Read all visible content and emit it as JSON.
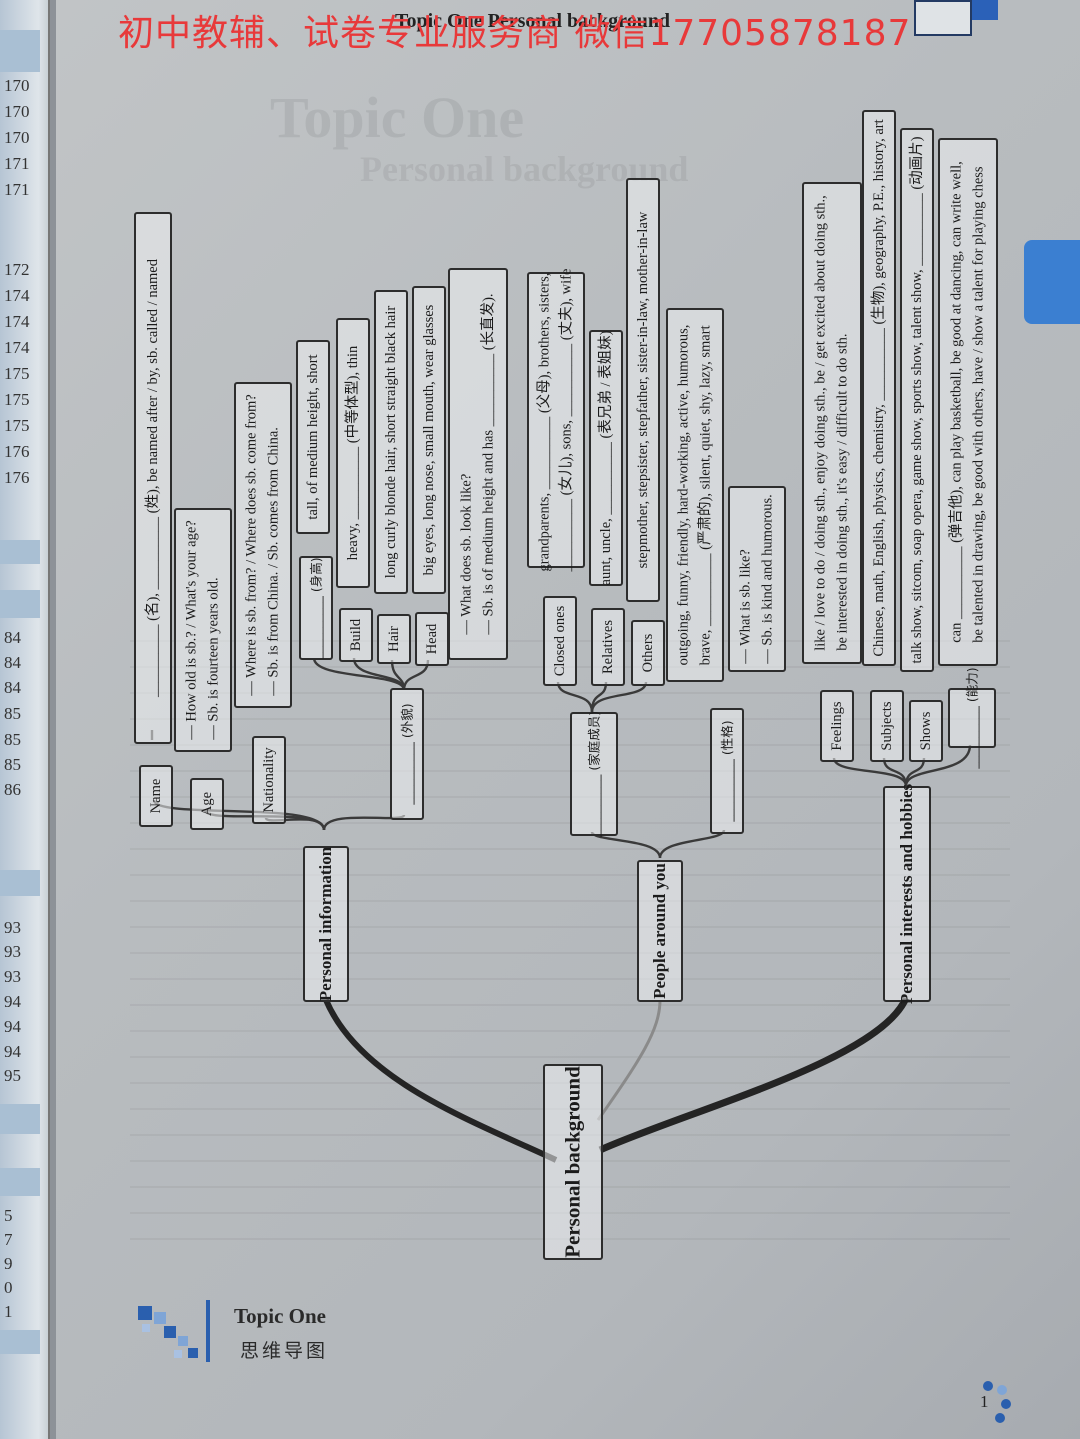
{
  "watermark": "初中教辅、试卷专业服务商 微信17705878187",
  "header": {
    "running_title": "Topic One  Personal background"
  },
  "left_margin_numbers": [
    "170",
    "170",
    "170",
    "171",
    "171",
    "172",
    "174",
    "174",
    "174",
    "175",
    "175",
    "175",
    "176",
    "176",
    "84",
    "84",
    "84",
    "85",
    "85",
    "85",
    "86",
    "93",
    "93",
    "93",
    "94",
    "94",
    "94",
    "95",
    "5",
    "7",
    "9",
    "0",
    "1"
  ],
  "mindmap": {
    "center": "Personal background",
    "branches": [
      {
        "title": "Personal information",
        "nodes": [
          {
            "label": "Name",
            "lines": [
              "__________ (名), __________ (姓), be named after / by, sb. called / named"
            ]
          },
          {
            "label": "Age",
            "lines": [
              "— How old is sb.? / What's your age?",
              "— Sb. is fourteen years old."
            ]
          },
          {
            "label": "Nationality",
            "lines": [
              "— Where is sb. from? / Where does sb. come from?",
              "— Sb. is from China. / Sb. comes from China."
            ]
          },
          {
            "label": "__________ (外貌)",
            "children": [
              {
                "label": "__________ (身高)",
                "lines": [
                  "tall, of medium height, short"
                ]
              },
              {
                "label": "Build",
                "lines": [
                  "heavy, __________ (中等体型), thin"
                ]
              },
              {
                "label": "Hair",
                "lines": [
                  "long curly blonde hair, short straight black hair"
                ]
              },
              {
                "label": "Head",
                "lines": [
                  "big eyes, long nose, small mouth, wear glasses"
                ]
              }
            ],
            "qa": [
              "— What does sb. look like?",
              "— Sb. is of medium height and has __________ (长直发)."
            ]
          }
        ]
      },
      {
        "title": "People around you",
        "nodes": [
          {
            "label": "__________ (家庭成员)",
            "children": [
              {
                "label": "Closed ones",
                "lines": [
                  "grandparents, __________ (父母), brothers, sisters,",
                  "__________ (女儿), sons, __________ (丈夫), wife"
                ]
              },
              {
                "label": "Relatives",
                "lines": [
                  "aunt, uncle, __________ (表兄弟 / 表姐妹)"
                ]
              },
              {
                "label": "Others",
                "lines": [
                  "stepmother, stepsister, stepfather, sister-in-law, mother-in-law"
                ]
              }
            ]
          },
          {
            "label": "__________ (性格)",
            "lines": [
              "outgoing, funny, friendly, hard-working, active, humorous,",
              "brave, __________ (严肃的), silent, quiet, shy, lazy, smart"
            ],
            "qa": [
              "— What is sb. like?",
              "— Sb. is kind and humorous."
            ]
          }
        ]
      },
      {
        "title": "Personal interests and hobbies",
        "nodes": [
          {
            "label": "Feelings",
            "lines": [
              "like / love to do / doing sth., enjoy doing sth., be / get excited about doing sth.,",
              "be interested in doing sth., it's easy / difficult to do sth."
            ]
          },
          {
            "label": "Subjects",
            "lines": [
              "Chinese, math, English, physics, chemistry, __________ (生物), geography, P.E., history, art"
            ]
          },
          {
            "label": "Shows",
            "lines": [
              "talk show, sitcom, soap opera, game show, sports show, talent show, __________ (动画片)"
            ]
          },
          {
            "label": "__________ (能力)",
            "lines": [
              "can __________ (弹吉他), can play basketball, be good at dancing, can write well,",
              "be talented in drawing, be good with others, have / show a talent for playing chess"
            ]
          }
        ]
      }
    ]
  },
  "footer": {
    "title": "Topic One",
    "subtitle": "思维导图"
  },
  "page_number": "1"
}
